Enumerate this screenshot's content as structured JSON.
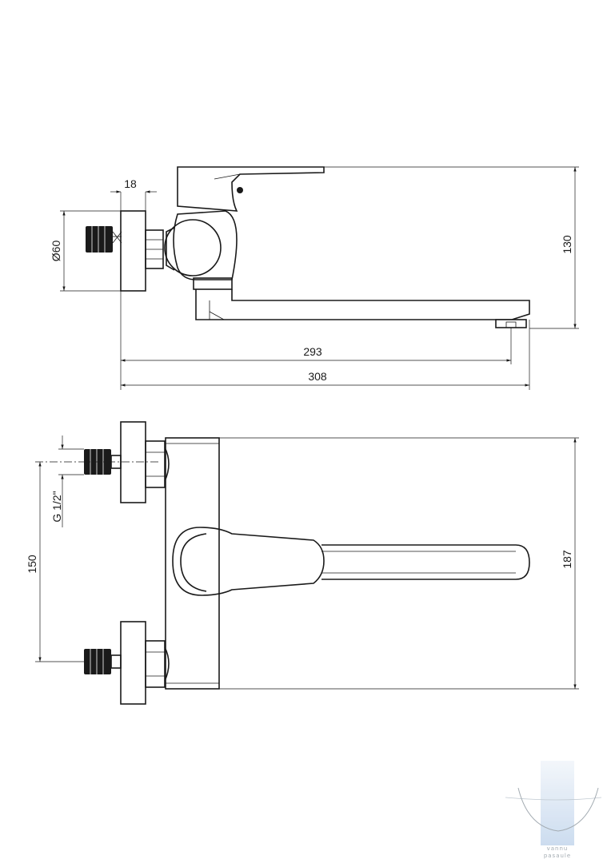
{
  "dimensions": {
    "side_view": {
      "flange_thickness": "18",
      "flange_diameter": "Ø60",
      "height": "130",
      "spout_reach": "293",
      "total_length": "308"
    },
    "top_view": {
      "thread": "G 1/2\"",
      "inlet_spacing": "150",
      "body_depth": "187"
    }
  },
  "logo": {
    "line1": "vannu",
    "line2": "pasaule",
    "colors": {
      "bar_top": "#f2f6fb",
      "bar_bottom": "#c7d9ee"
    }
  },
  "colors": {
    "line": "#1a1a1a",
    "background": "#ffffff"
  }
}
